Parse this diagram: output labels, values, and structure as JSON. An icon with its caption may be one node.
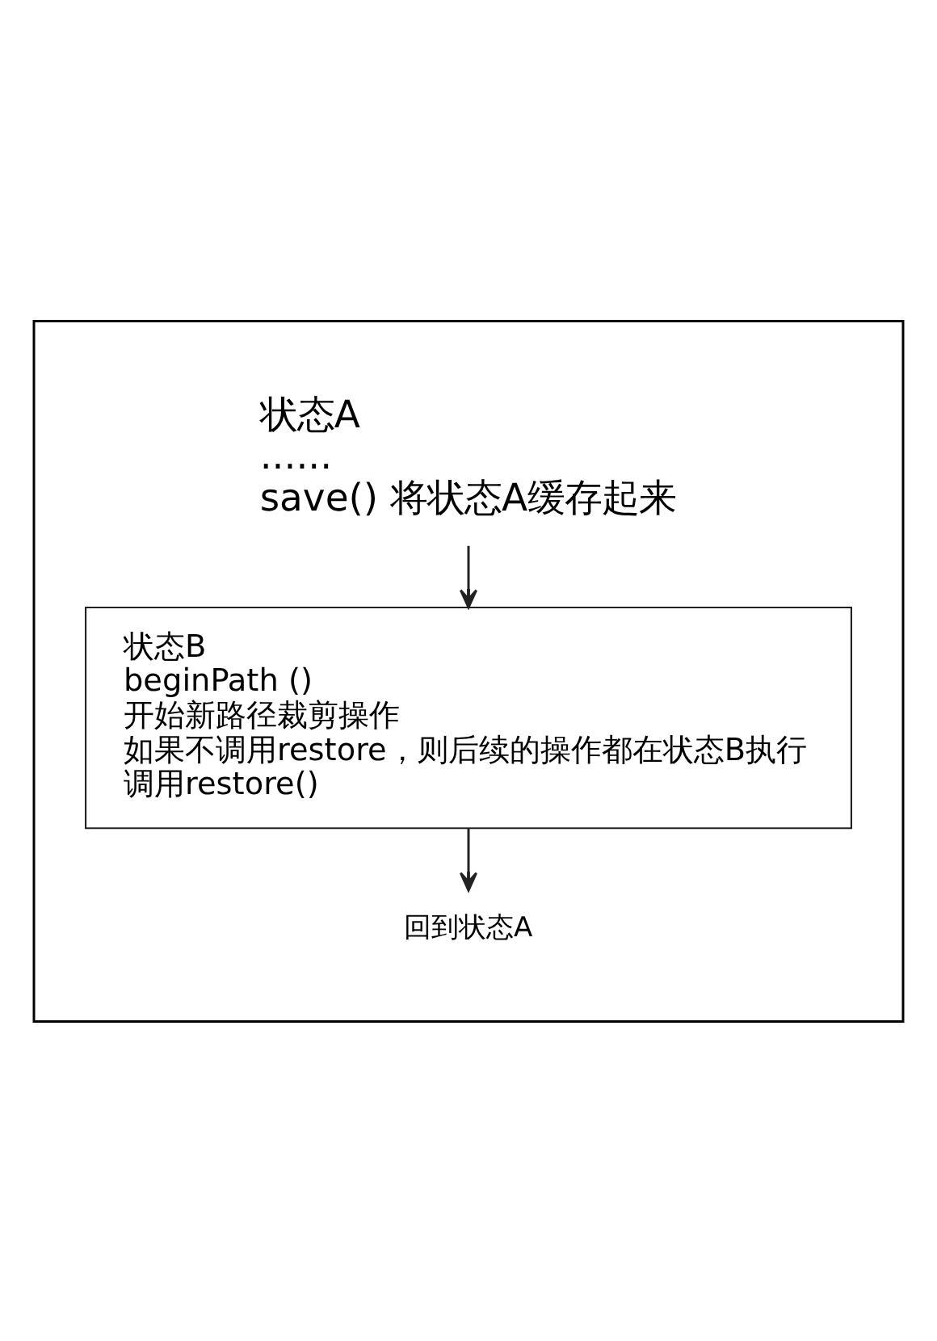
{
  "diagram": {
    "nodes": [
      {
        "text": [],
        "shape": "box"
      },
      {
        "text": [
          "状态A",
          "......",
          "save() 将状态A缓存起来"
        ],
        "in": 0
      },
      {
        "text": [
          "状态B",
          "beginPath ()",
          "开始新路径裁剪操作",
          "如果不调用restore，则后续的操作都在状态B执行",
          "调用restore()"
        ],
        "in": 0
      },
      {
        "text": [
          "回到状态A"
        ],
        "in": 0
      }
    ],
    "edges": [
      {
        "from": 1,
        "to": 2,
        "arrow": "to"
      },
      {
        "from": 2,
        "to": 3,
        "arrow": "to"
      }
    ]
  }
}
